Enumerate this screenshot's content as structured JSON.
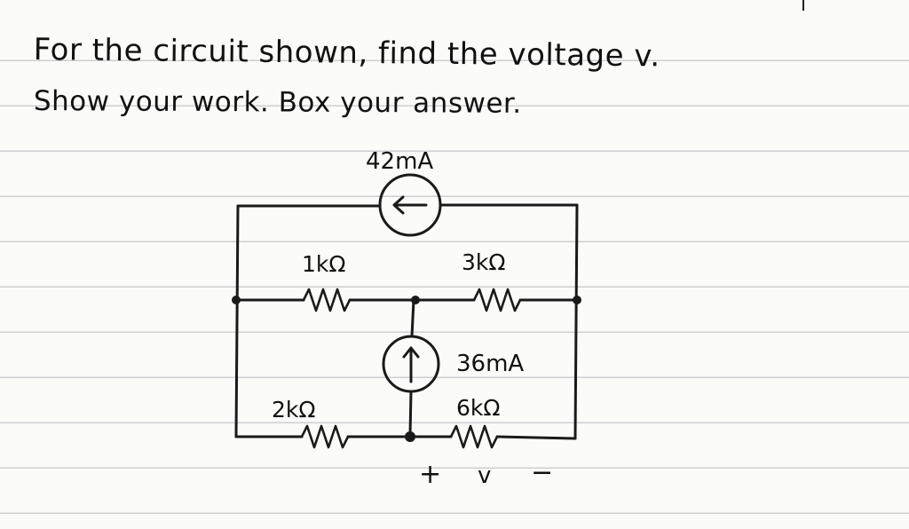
{
  "problem": {
    "line1": "For the circuit shown, find the voltage v.",
    "line2": "Show your work. Box your answer."
  },
  "circuit": {
    "top_source_label": "42mA",
    "mid_source_label": "36mA",
    "r_top_left_label": "1kΩ",
    "r_top_right_label": "3kΩ",
    "r_bottom_left_label": "2kΩ",
    "r_bottom_right_label": "6kΩ",
    "v_plus": "+",
    "v_name": "v",
    "v_minus": "−"
  }
}
